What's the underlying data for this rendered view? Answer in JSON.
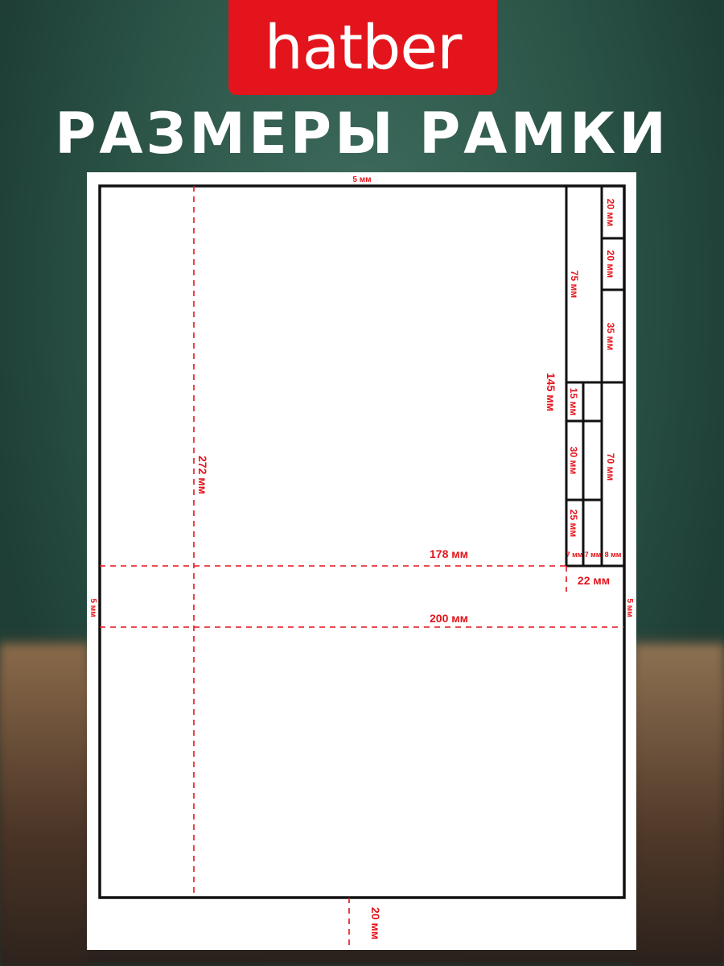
{
  "brand": {
    "logo_text": "hatber",
    "logo_color": "#e3141b"
  },
  "headline": "РАЗМЕРЫ РАМКИ",
  "colors": {
    "frame": "#111111",
    "dimension": "#e3141b",
    "sheet": "#ffffff"
  },
  "dimensions": {
    "top_margin": "5 мм",
    "left_margin": "5 мм",
    "right_margin": "5 мм",
    "bottom_margin": "20 мм",
    "frame_height": "272 мм",
    "frame_width": "200 мм",
    "stamp_offset": "178 мм",
    "stamp_width": "22 мм",
    "stamp_height": "145 мм",
    "col1_top": "75 мм",
    "col1_a": "15 мм",
    "col1_b": "30 мм",
    "col1_c": "25 мм",
    "col3_a": "20 мм",
    "col3_b": "20 мм",
    "col3_c": "35 мм",
    "col3_d": "70 мм",
    "w1": "7 мм",
    "w2": "7 мм",
    "w3": "8 мм"
  }
}
